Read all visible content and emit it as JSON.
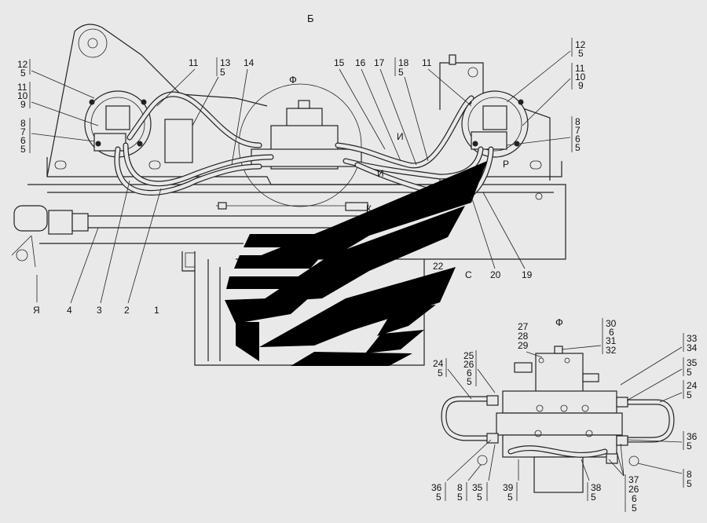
{
  "views": {
    "main_view_letter": "Б",
    "detail_circle_letter": "Ф",
    "detail_title": "Ф"
  },
  "section_marks": {
    "I1": "И",
    "I2": "И",
    "K": "К",
    "P": "Р",
    "C": "С",
    "Ya": "Я"
  },
  "left_motor_stacks": [
    [
      "12",
      "5"
    ],
    [
      "11",
      "10",
      "9"
    ],
    [
      "8",
      "7",
      "6",
      "5"
    ]
  ],
  "right_motor_stacks": [
    [
      "12",
      "5"
    ],
    [
      "11",
      "10",
      "9"
    ],
    [
      "8",
      "7",
      "6",
      "5"
    ]
  ],
  "top_callouts": {
    "c11_left": "11",
    "c13": [
      "13",
      "5"
    ],
    "c14": "14",
    "c15": "15",
    "c16": "16",
    "c17": "17",
    "c18": [
      "18",
      "5"
    ],
    "c11_right": "11"
  },
  "bottom_callouts": {
    "c4": "4",
    "c3": "3",
    "c2": "2",
    "c1": "1",
    "c22": "22",
    "c20": "20",
    "c19": "19"
  },
  "detail_callouts": {
    "top_left": [
      "27",
      "28",
      "29"
    ],
    "top_right": [
      "30",
      "6",
      "31",
      "32"
    ],
    "left_upper": [
      "25",
      "26",
      "6",
      "5"
    ],
    "left_hose": [
      "24",
      "5"
    ],
    "right_33": [
      "33",
      "34"
    ],
    "right_35": [
      "35",
      "5"
    ],
    "right_24": [
      "24",
      "5"
    ],
    "right_36": [
      "36",
      "5"
    ],
    "right_8": [
      "8",
      "5"
    ],
    "bottom_36": [
      "36",
      "5"
    ],
    "bottom_8": [
      "8",
      "5"
    ],
    "bottom_35": [
      "35",
      "5"
    ],
    "bottom_39": [
      "39",
      "5"
    ],
    "bottom_38": [
      "38",
      "5"
    ],
    "bottom_37": [
      "37",
      "26",
      "6",
      "5"
    ]
  },
  "colors": {
    "background": "#e9e9e9",
    "line": "#222222",
    "logo": "#000000"
  }
}
